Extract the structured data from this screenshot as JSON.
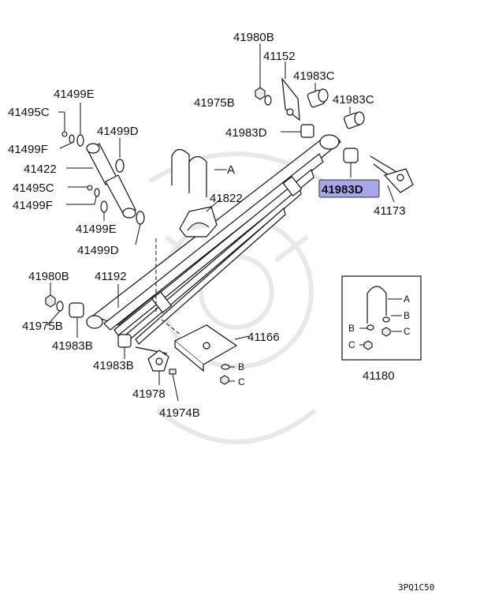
{
  "labels": {
    "p41980B_top": "41980B",
    "p41152": "41152",
    "p41983C_a": "41983C",
    "p41975B_top": "41975B",
    "p41983C_b": "41983C",
    "p41983D_top": "41983D",
    "p41983D_hl": "41983D",
    "p41173": "41173",
    "p41499E_top": "41499E",
    "p41495C_top": "41495C",
    "p41499F_top": "41499F",
    "p41499D_top": "41499D",
    "p41422": "41422",
    "p41495C_mid": "41495C",
    "p41499F_mid": "41499F",
    "pA_main": "A",
    "p41822": "41822",
    "p41499E_bot": "41499E",
    "p41499D_bot": "41499D",
    "p41980B_bot": "41980B",
    "p41192": "41192",
    "p41975B_bot": "41975B",
    "p41983B_a": "41983B",
    "p41166": "41166",
    "p41983B_b": "41983B",
    "pB_main": "B",
    "pC_main": "C",
    "p41978": "41978",
    "p41974B": "41974B",
    "inset_A": "A",
    "inset_B_left": "B",
    "inset_B_right": "B",
    "inset_C_left": "C",
    "inset_C_right": "C",
    "p41180": "41180"
  },
  "highlight": {
    "color": "#a7a6ea"
  },
  "footer": {
    "code": "3PQ1C50"
  }
}
